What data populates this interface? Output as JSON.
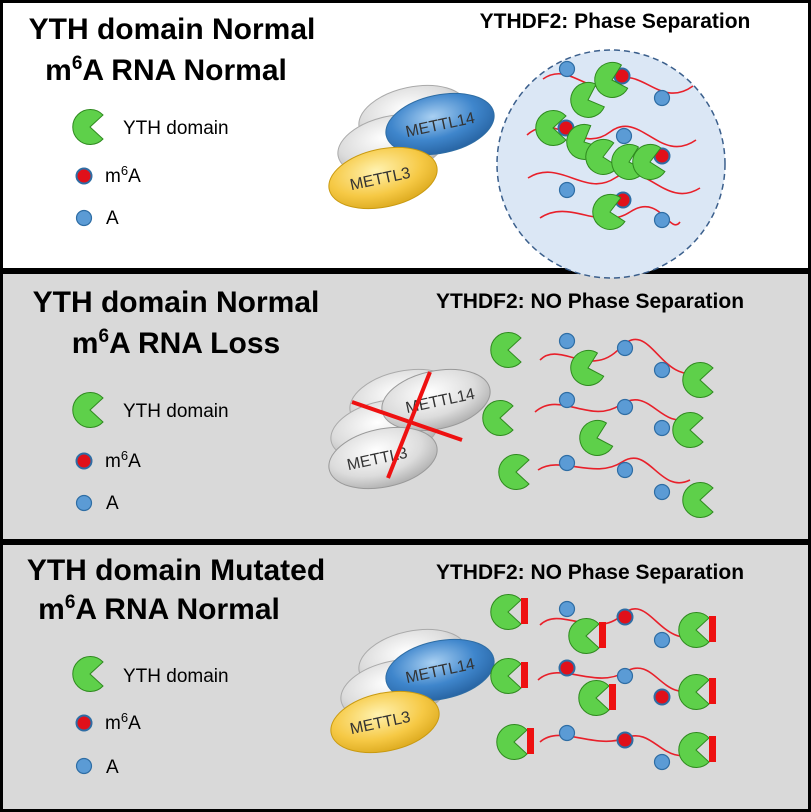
{
  "panels": [
    {
      "title_line1": "YTH domain Normal",
      "title_line2_pre": "m",
      "title_line2_sup": "6",
      "title_line2_post": "A RNA Normal",
      "header": "YTHDF2: Phase Separation",
      "legend": {
        "yth": "YTH domain",
        "m6a_pre": "m",
        "m6a_sup": "6",
        "m6a_post": "A",
        "a": "A"
      },
      "enzymes": {
        "front": "METTL3",
        "back": "METTL14"
      },
      "state": "phase-separation"
    },
    {
      "title_line1": "YTH domain Normal",
      "title_line2_pre": "m",
      "title_line2_sup": "6",
      "title_line2_post": "A RNA Loss",
      "header": "YTHDF2: NO Phase Separation",
      "legend": {
        "yth": "YTH domain",
        "m6a_pre": "m",
        "m6a_sup": "6",
        "m6a_post": "A",
        "a": "A"
      },
      "enzymes": {
        "front": "METTL3",
        "back": "METTL14"
      },
      "state": "m6a-loss"
    },
    {
      "title_line1": "YTH domain Mutated",
      "title_line2_pre": "m",
      "title_line2_sup": "6",
      "title_line2_post": "A RNA Normal",
      "header": "YTHDF2: NO Phase Separation",
      "legend": {
        "yth": "YTH domain",
        "m6a_pre": "m",
        "m6a_sup": "6",
        "m6a_post": "A",
        "a": "A"
      },
      "enzymes": {
        "front": "METTL3",
        "back": "METTL14"
      },
      "state": "yth-mutated"
    }
  ],
  "colors": {
    "yth_green": "#5ed04a",
    "m6a_red": "#e0101a",
    "a_blue": "#5b9bd5",
    "mettl3_yellow": "#f5c842",
    "mettl14_blue": "#3f86cc",
    "rna_red": "#e8202a",
    "droplet_fill": "#dbe7f5",
    "panel_gray": "#d9d9d9"
  }
}
